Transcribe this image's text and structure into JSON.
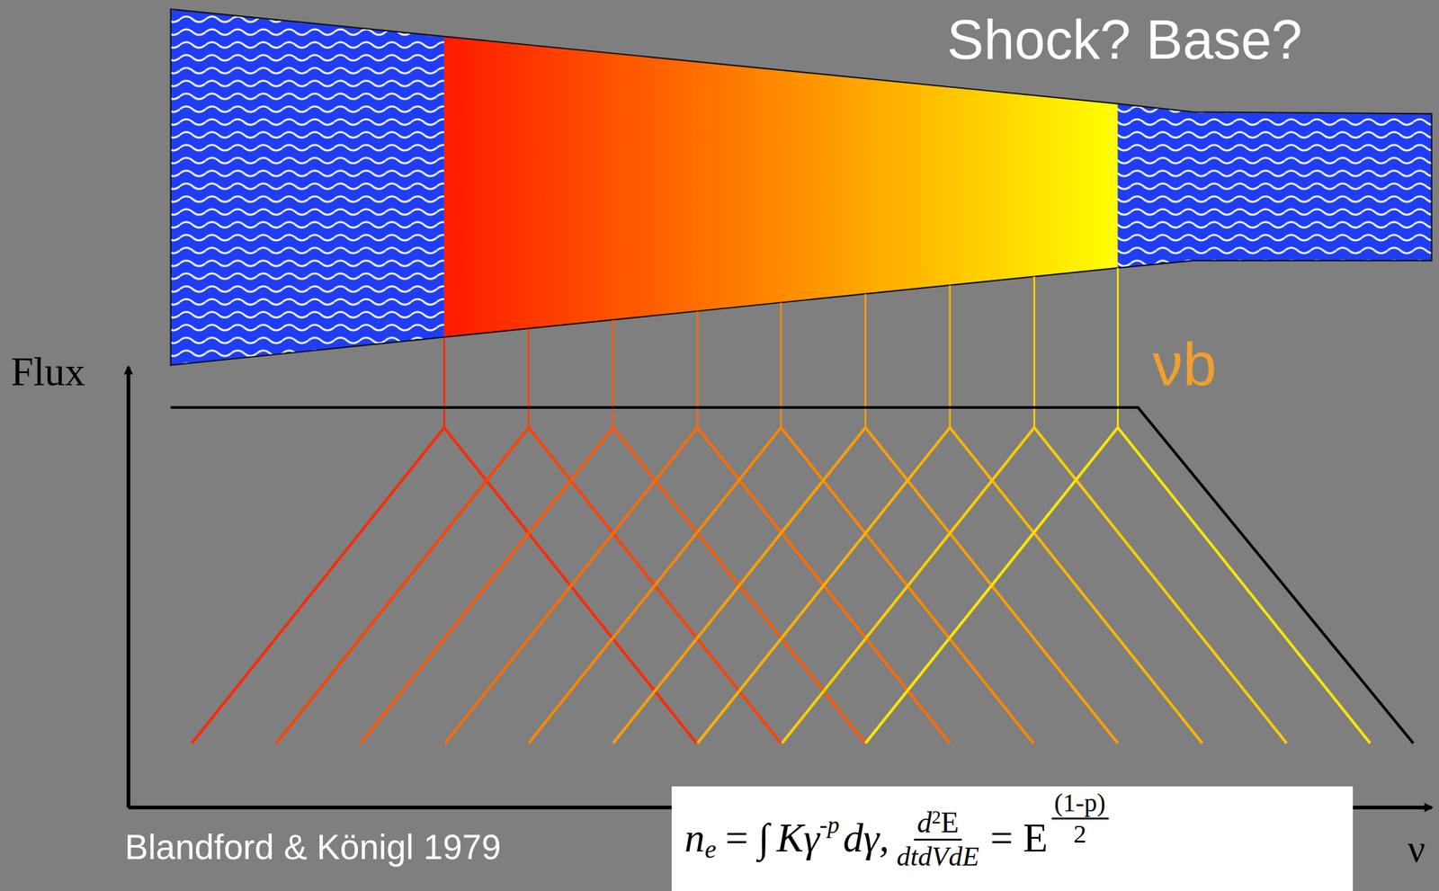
{
  "diagram": {
    "nodes": [
      {
        "text": [
          "n",
          "e",
          "= ∫",
          "Kγ",
          "-p",
          "dγ,",
          "d",
          "2",
          "E",
          "dtdVdE",
          "= E",
          "(1-p)",
          "2"
        ]
      }
    ],
    "labels": [
      "Shock? Base?",
      "Flux",
      "νb",
      "Blandford & Königl 1979",
      "ν"
    ]
  }
}
